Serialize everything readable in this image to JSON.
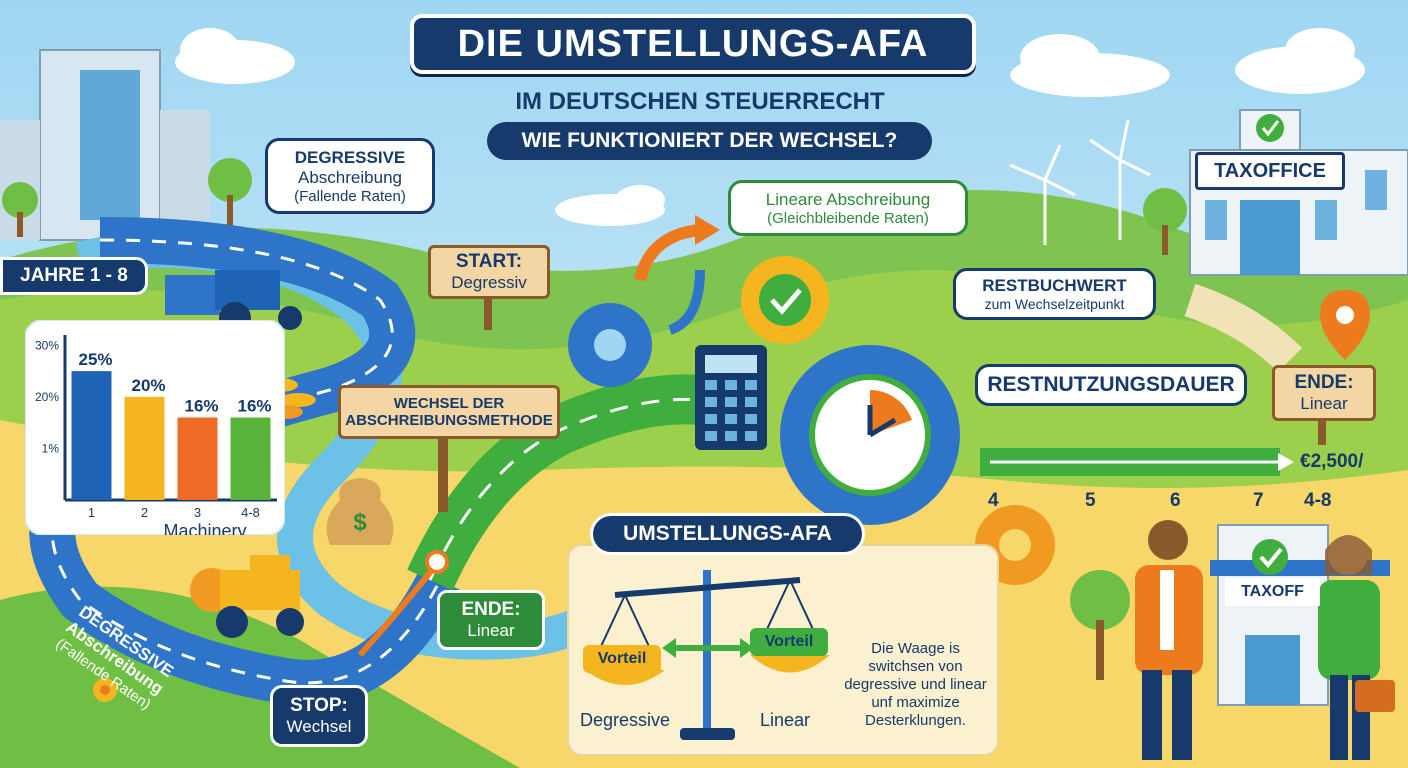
{
  "title": "DIE UMSTELLUNGS-AFA",
  "subtitle": "IM DEUTSCHEN STEUERRECHT",
  "question": "WIE FUNKTIONIERT DER WECHSEL?",
  "degressive_bubble": {
    "line1": "DEGRESSIVE",
    "line2": "Abschreibung",
    "line3": "(Fallende Raten)"
  },
  "linear_bubble": {
    "line1": "Lineare Abschreibung",
    "line2": "(Gleichbleibende Raten)"
  },
  "start_sign": {
    "line1": "START:",
    "line2": "Degressiv"
  },
  "wechsel_sign": {
    "line1": "WECHSEL DER",
    "line2": "ABSCHREIBUNGSMETHODE"
  },
  "restbuchwert": {
    "line1": "RESTBUCHWERT",
    "line2": "zum Wechselzeitpunkt"
  },
  "restnutzungsdauer": "RESTNUTZUNGSDAUER",
  "ende_right": {
    "line1": "ENDE:",
    "line2": "Linear"
  },
  "ende_mid": {
    "line1": "ENDE:",
    "line2": "Linear"
  },
  "stop_sign": {
    "line1": "STOP:",
    "line2": "Wechsel"
  },
  "road_text": {
    "line1": "DEGRESSIVE",
    "line2": "Abschreibung",
    "line3": "(Fallende Raten)"
  },
  "jahre_label": "JAHRE 1 - 8",
  "taxoffice_label": "TAXOFFICE",
  "taxoff_small": "TAXOFF",
  "amount": "€2,500/",
  "umstellungs_label": "UMSTELLUNGS-AFA",
  "scale": {
    "left_pan": "Vorteil",
    "right_pan": "Vorteil",
    "left_label": "Degressive",
    "right_label": "Linear"
  },
  "scale_text": {
    "line1": "Die Waage is",
    "line2": "switchsen von",
    "line3": "degressive und linear",
    "line4": "unf maximize",
    "line5": "Desterklungen."
  },
  "timeline_years": [
    "4",
    "5",
    "6",
    "7",
    "4-8"
  ],
  "colors": {
    "navy": "#163a6b",
    "green": "#2e8b3a",
    "orange": "#ee7a1e",
    "sky": "#bfe3f5"
  },
  "chart_data": {
    "type": "bar",
    "xlabel": "Machinery",
    "ylabel": "",
    "categories": [
      "1",
      "2",
      "3",
      "4-8"
    ],
    "values": [
      25,
      20,
      16,
      16
    ],
    "value_labels": [
      "25%",
      "20%",
      "16%",
      "16%"
    ],
    "y_ticks": [
      "30%",
      "20%",
      "1%"
    ],
    "y_tick_values": [
      30,
      20,
      10
    ],
    "ylim": [
      0,
      32
    ],
    "bar_colors": [
      "#1f63b5",
      "#f5b51e",
      "#ef6a25",
      "#57b33a"
    ]
  }
}
